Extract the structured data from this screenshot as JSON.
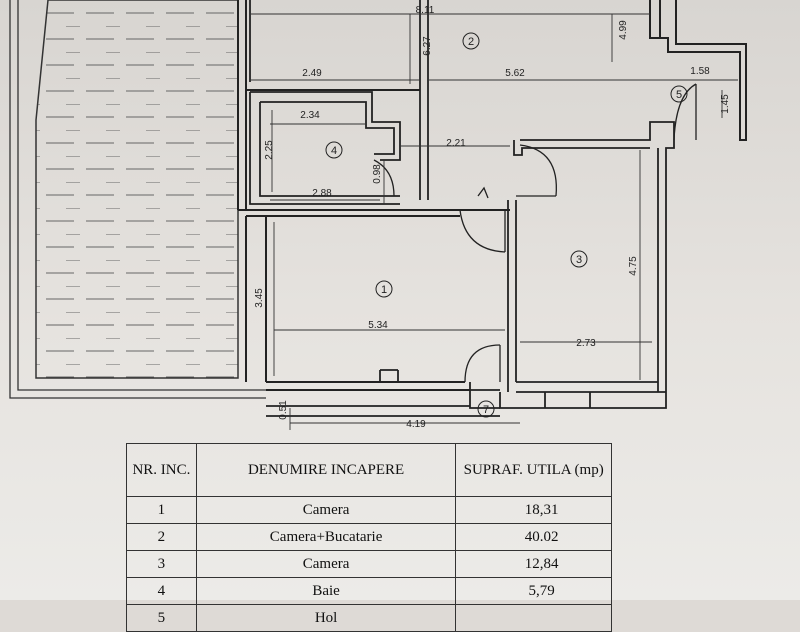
{
  "plan": {
    "dimensions": {
      "d811": "8.11",
      "d627": "6.27",
      "d499": "4.99",
      "d249": "2.49",
      "d562": "5.62",
      "d158": "1.58",
      "d145": "1.45",
      "d234": "2.34",
      "d225": "2.25",
      "d221": "2.21",
      "d098": "0.98",
      "d288": "2.88",
      "d345": "3.45",
      "d534": "5.34",
      "d475": "4.75",
      "d273": "2.73",
      "d051": "0.51",
      "d419": "4.19"
    },
    "rooms": [
      {
        "id": "1"
      },
      {
        "id": "2"
      },
      {
        "id": "3"
      },
      {
        "id": "4"
      },
      {
        "id": "5"
      },
      {
        "id": "7"
      }
    ]
  },
  "table": {
    "headers": [
      "NR. INC.",
      "DENUMIRE INCAPERE",
      "SUPRAF. UTILA (mp)"
    ],
    "rows": [
      {
        "nr": "1",
        "name": "Camera",
        "area": "18,31"
      },
      {
        "nr": "2",
        "name": "Camera+Bucatarie",
        "area": "40.02"
      },
      {
        "nr": "3",
        "name": "Camera",
        "area": "12,84"
      },
      {
        "nr": "4",
        "name": "Baie",
        "area": "5,79"
      },
      {
        "nr": "5",
        "name": "Hol",
        "area": ""
      }
    ]
  }
}
